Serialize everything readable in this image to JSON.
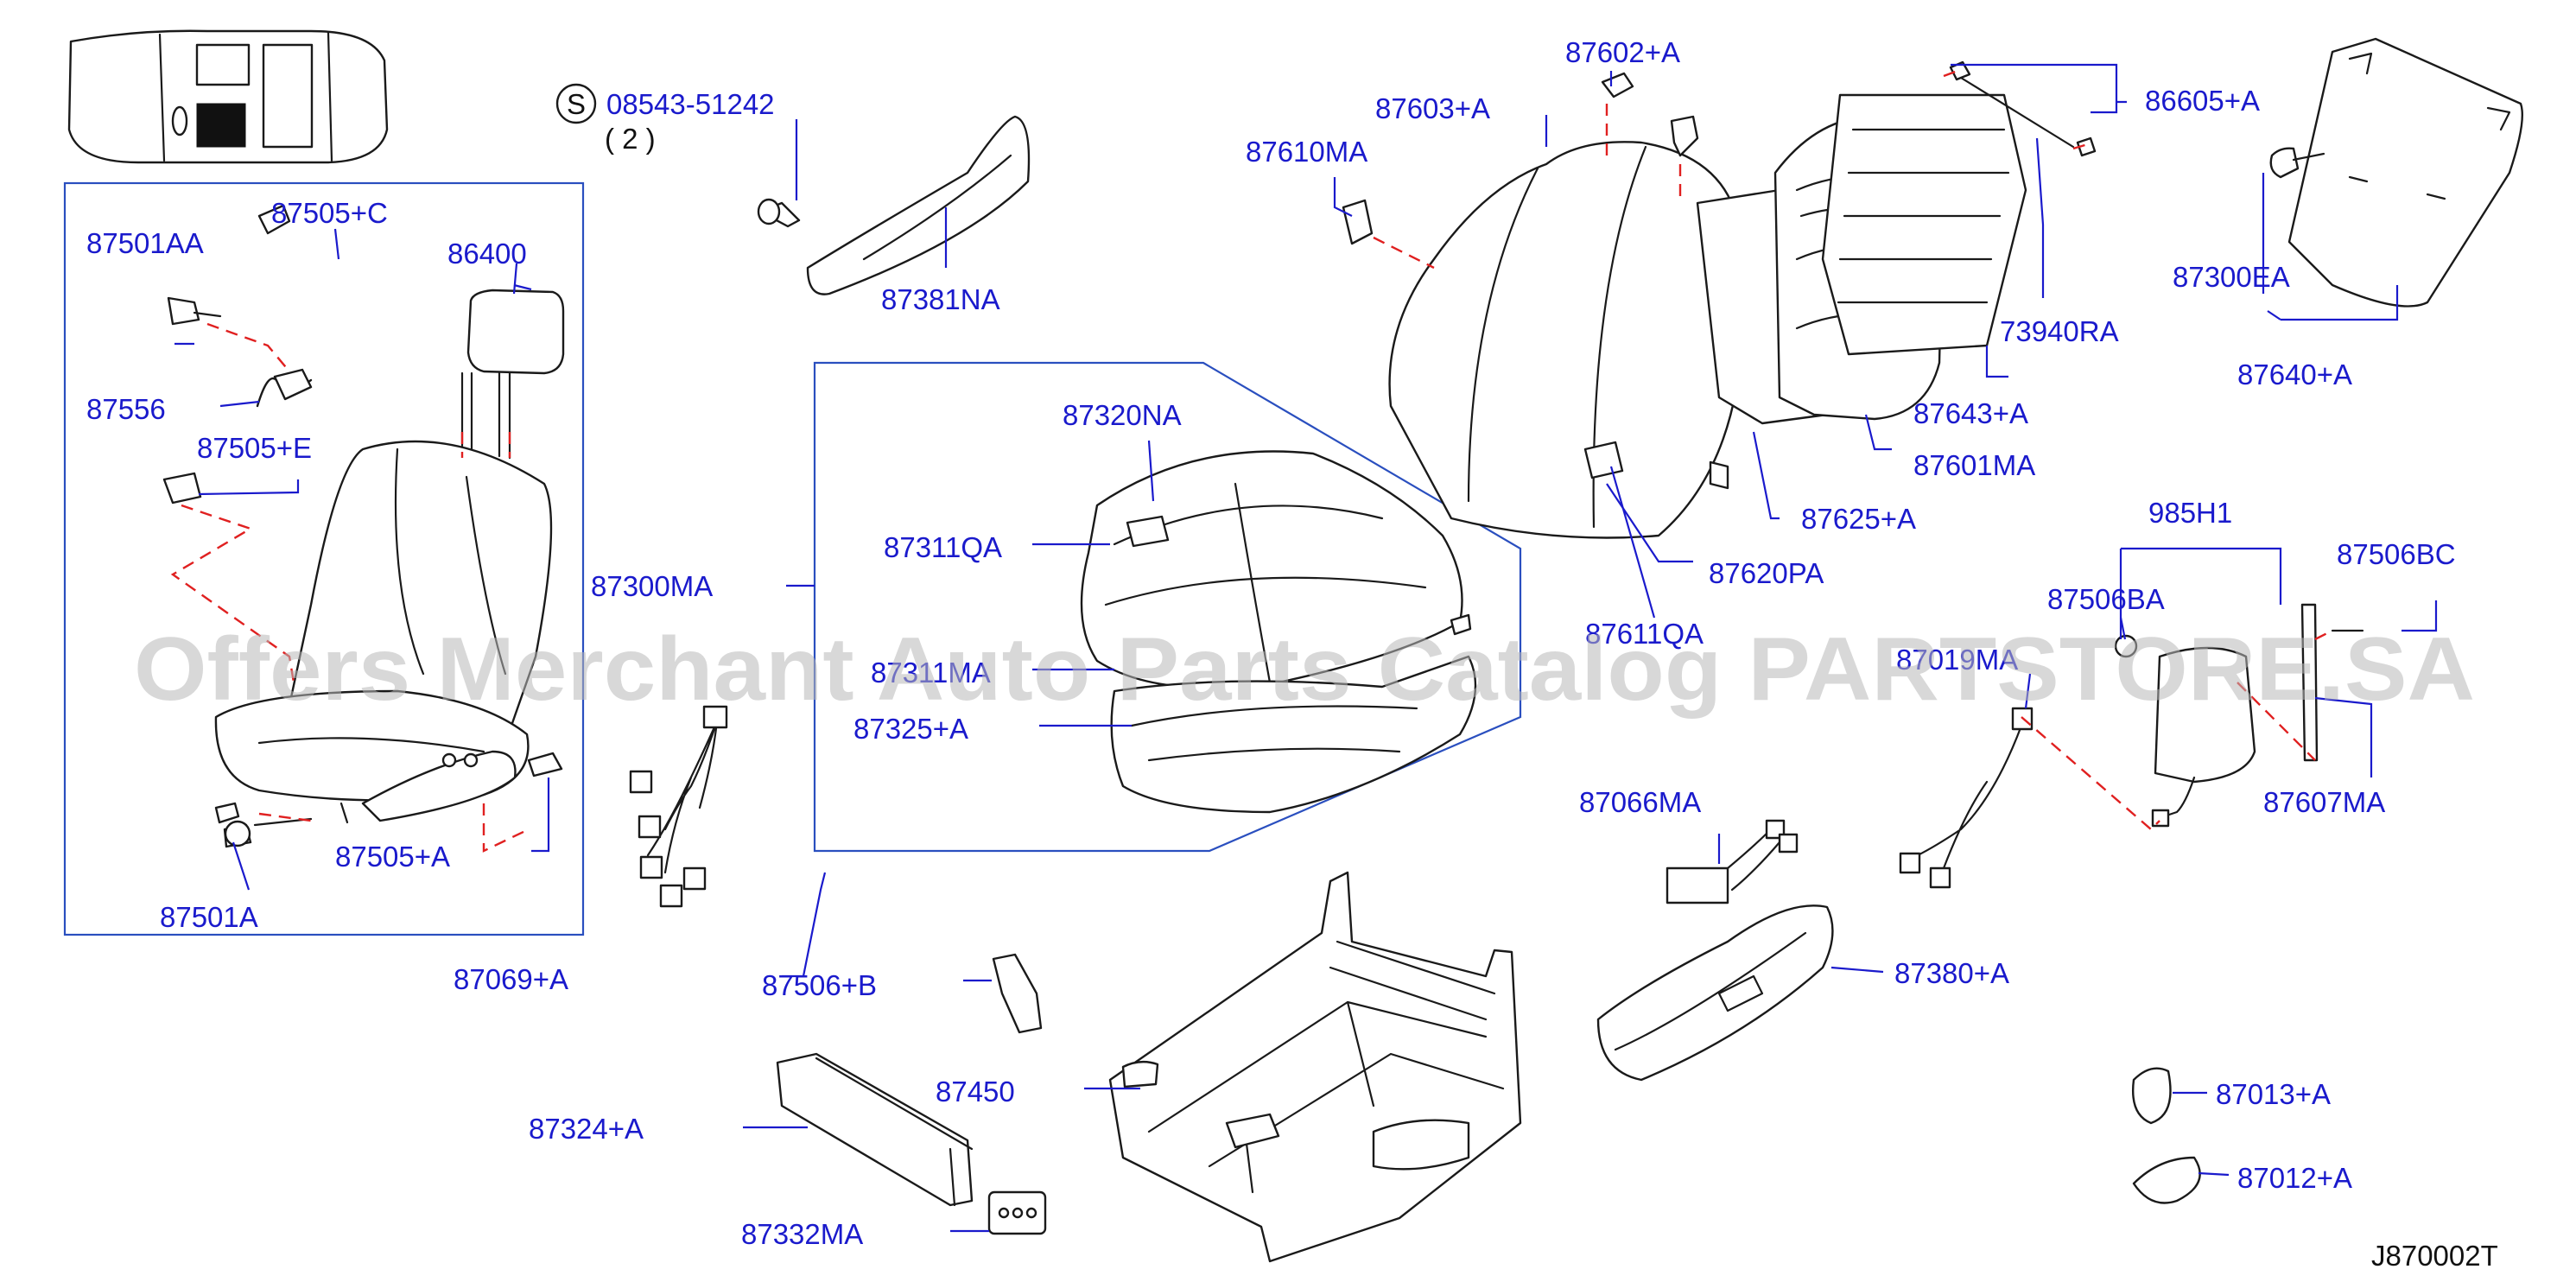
{
  "watermark": "Offers Merchant Auto Parts Catalog PARTSTORE.SA",
  "diagram_code": "J870002T",
  "screw_spec": {
    "symbol": "S",
    "number": "08543-51242",
    "qty": "( 2 )"
  },
  "labels": {
    "p87501AA": "87501AA",
    "p87505C": "87505+C",
    "p86400": "86400",
    "p87556": "87556",
    "p87505E": "87505+E",
    "p87505A": "87505+A",
    "p87501A": "87501A",
    "p87300MA": "87300MA",
    "p87381NA": "87381NA",
    "p87610MA": "87610MA",
    "p87603A": "87603+A",
    "p87602A": "87602+A",
    "p86605A": "86605+A",
    "p87300EA": "87300EA",
    "p73940RA": "73940RA",
    "p87640A": "87640+A",
    "p87643A": "87643+A",
    "p87601MA": "87601MA",
    "p87625A": "87625+A",
    "p87620PA": "87620PA",
    "p87611QA": "87611QA",
    "p87320NA": "87320NA",
    "p87311QA": "87311QA",
    "p87311MA": "87311MA",
    "p87325A": "87325+A",
    "p985H1": "985H1",
    "p87506BA": "87506BA",
    "p87506BC": "87506BC",
    "p87019MA": "87019MA",
    "p87607MA": "87607MA",
    "p87066MA": "87066MA",
    "p87069A": "87069+A",
    "p87506B": "87506+B",
    "p87450": "87450",
    "p87380A": "87380+A",
    "p87324A": "87324+A",
    "p87332MA": "87332MA",
    "p87013A": "87013+A",
    "p87012A": "87012+A"
  }
}
